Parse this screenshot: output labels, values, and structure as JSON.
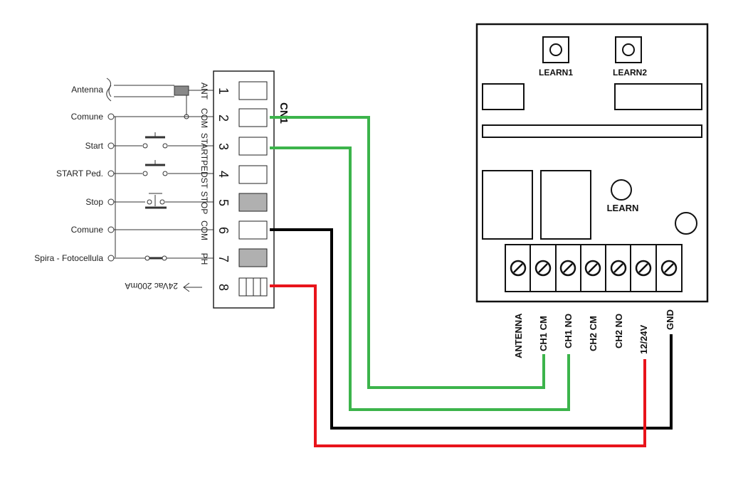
{
  "cn1": {
    "title": "CN1",
    "rows": [
      {
        "num": "1",
        "func": "ANT",
        "side_label": "Antenna"
      },
      {
        "num": "2",
        "func": "COM",
        "side_label": "Comune"
      },
      {
        "num": "3",
        "func": "START",
        "side_label": "Start"
      },
      {
        "num": "4",
        "func": "PEDST",
        "side_label": "START Ped."
      },
      {
        "num": "5",
        "func": "STOP",
        "side_label": "Stop"
      },
      {
        "num": "6",
        "func": "COM",
        "side_label": "Comune"
      },
      {
        "num": "7",
        "func": "PH",
        "side_label": "Spira - Fotocellula"
      },
      {
        "num": "8",
        "func": "",
        "side_label": ""
      }
    ],
    "supply_note": "24Vac 200mA"
  },
  "receiver": {
    "buttons": [
      "LEARN1",
      "LEARN2",
      "LEARN"
    ],
    "terminals": [
      "ANTENNA",
      "CH1 CM",
      "CH1 NO",
      "CH2 CM",
      "CH2 NO",
      "12/24V",
      "GND"
    ]
  },
  "colors": {
    "green": "#3cb44b",
    "black": "#000000",
    "red": "#e8141b",
    "gray_block": "#b0b0b0"
  }
}
